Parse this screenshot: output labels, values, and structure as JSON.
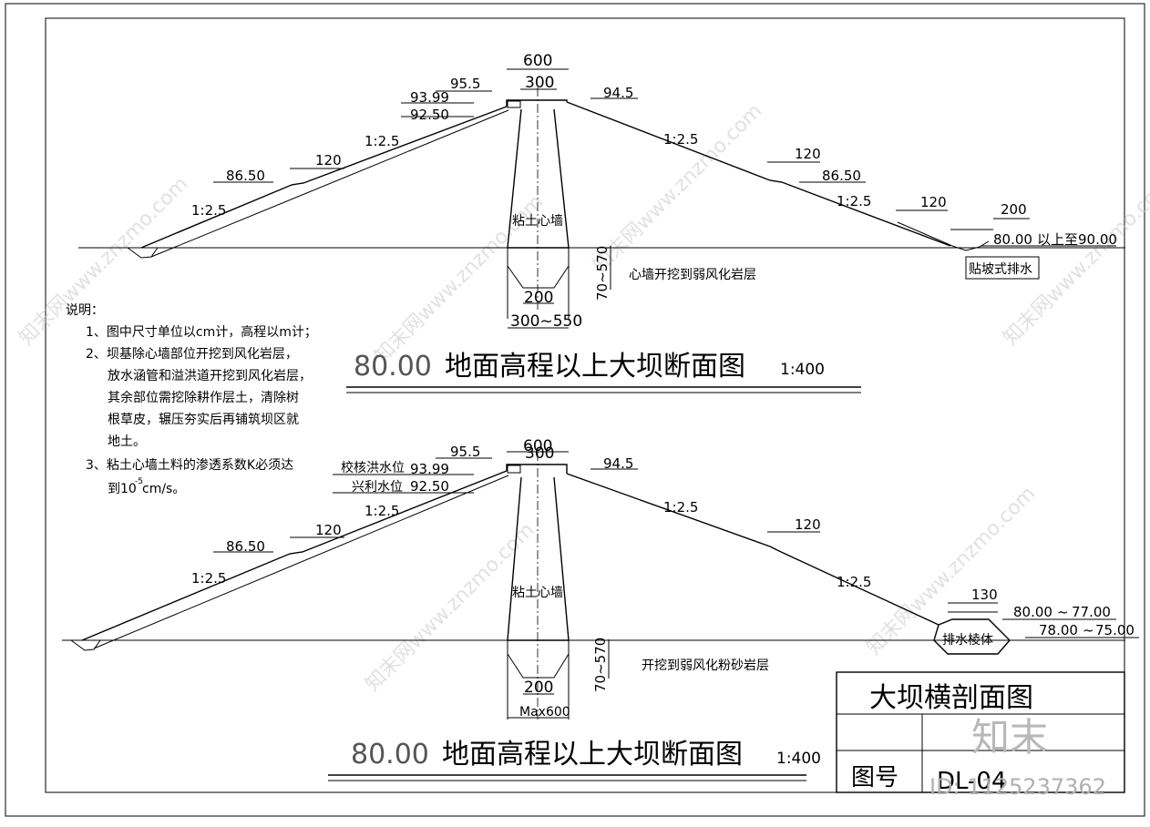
{
  "drawing": {
    "notes_title": "说明：",
    "notes": [
      "1、图中尺寸单位以cm计，高程以m计；",
      "2、坝基除心墙部位开挖到风化岩层，",
      "放水涵管和溢洪道开挖到风化岩层，",
      "其余部位需挖除耕作层土，清除树",
      "根草皮，辗压夯实后再铺筑坝区就",
      "地土。",
      "3、粘土心墙土料的渗透系数K必须达",
      "到10",
      "-5",
      "cm/s。"
    ],
    "top_section": {
      "title_num": "80.00",
      "title_text": "地面高程以上大坝断面图",
      "scale": "1:400",
      "crest_width": "600",
      "core_top": "300",
      "elev_crest": "95.5",
      "elev_check": "93.99",
      "elev_normal": "92.50",
      "elev_downstream": "94.5",
      "slope": "1:2.5",
      "berm": "120",
      "elev_berm": "86.50",
      "drain_width": "200",
      "drain_elev": "80.00",
      "drain_elev_range": "以上至90.00",
      "drain_label": "贴坡式排水",
      "core_label": "粘土心墙",
      "trench_label": "心墙开挖到弱风化岩层",
      "trench_depth": "70~570",
      "trench_bottom": "200",
      "trench_base": "300~550"
    },
    "bottom_section": {
      "title_num": "80.00",
      "title_text": "地面高程以上大坝断面图",
      "scale": "1:400",
      "crest_width": "600",
      "core_top": "300",
      "elev_crest": "95.5",
      "label_check": "校核洪水位",
      "elev_check": "93.99",
      "label_normal": "兴利水位",
      "elev_normal": "92.50",
      "elev_downstream": "94.5",
      "slope": "1:2.5",
      "berm": "120",
      "elev_berm": "86.50",
      "prism_width": "130",
      "elev_a": "80.00",
      "elev_a2": "77.00",
      "elev_b": "78.00",
      "elev_b2": "75.00",
      "tilde": "~",
      "prism_label": "排水棱体",
      "core_label": "粘土心墙",
      "trench_label": "开挖到弱风化粉砂岩层",
      "trench_depth": "70~570",
      "trench_bottom": "200",
      "trench_base": "Max600"
    },
    "title_block": {
      "title": "大坝横剖面图",
      "drawing_no_label": "图号",
      "drawing_no": "DL-04"
    },
    "watermarks": {
      "site": "知末网www.znzmo.com",
      "logo": "知末",
      "id_text": "ID: 1125237362"
    }
  }
}
